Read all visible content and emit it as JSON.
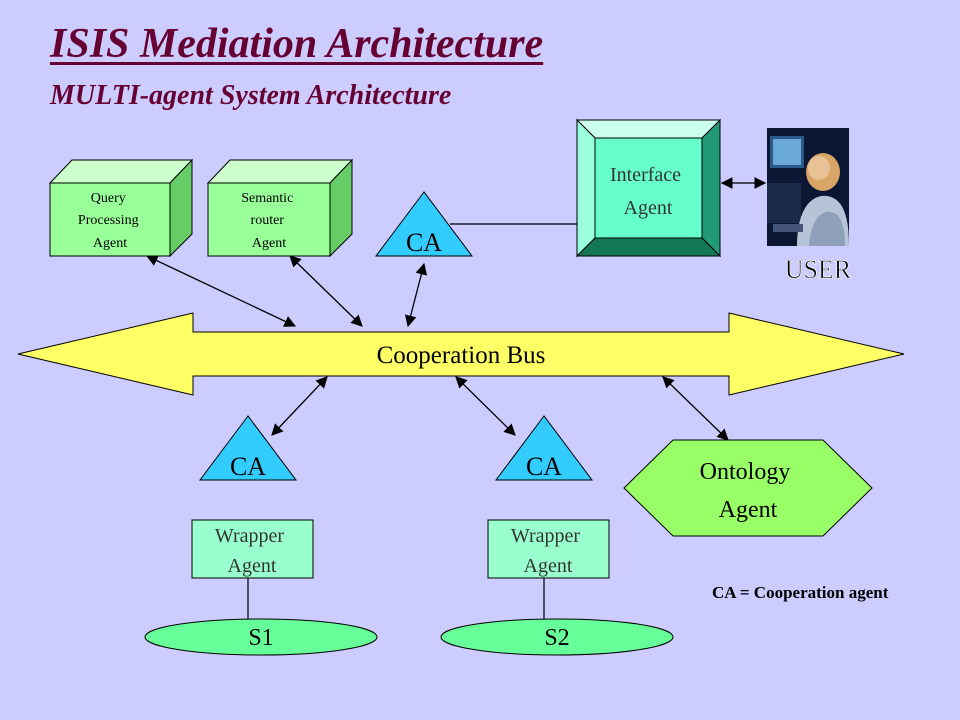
{
  "title": "ISIS Mediation Architecture",
  "subtitle": "MULTI-agent System Architecture",
  "nodes": {
    "query_agent": [
      "Query",
      "Processing",
      "Agent"
    ],
    "semantic_router": [
      "Semantic",
      "router",
      "Agent"
    ],
    "interface_agent": [
      "Interface",
      "Agent"
    ],
    "ca_top": "CA",
    "user": "USER",
    "bus": "Cooperation Bus",
    "ca_left": "CA",
    "ca_mid": "CA",
    "ontology_agent": [
      "Ontology",
      "Agent"
    ],
    "wrapper_left": [
      "Wrapper",
      "Agent"
    ],
    "wrapper_mid": [
      "Wrapper",
      "Agent"
    ],
    "source_1": "S1",
    "source_2": "S2"
  },
  "legend": "CA = Cooperation agent",
  "colors": {
    "background": "#ccccff",
    "title": "#660033",
    "box_green": "#99ff99",
    "box_side": "#66cc66",
    "triangle": "#33ccff",
    "interface": "#66ffcc",
    "bus": "#ffff66",
    "ontology": "#99ff66",
    "wrapper": "#99ffcc",
    "source": "#66ff99"
  },
  "icons": [
    "user-photo",
    "double-arrow"
  ]
}
